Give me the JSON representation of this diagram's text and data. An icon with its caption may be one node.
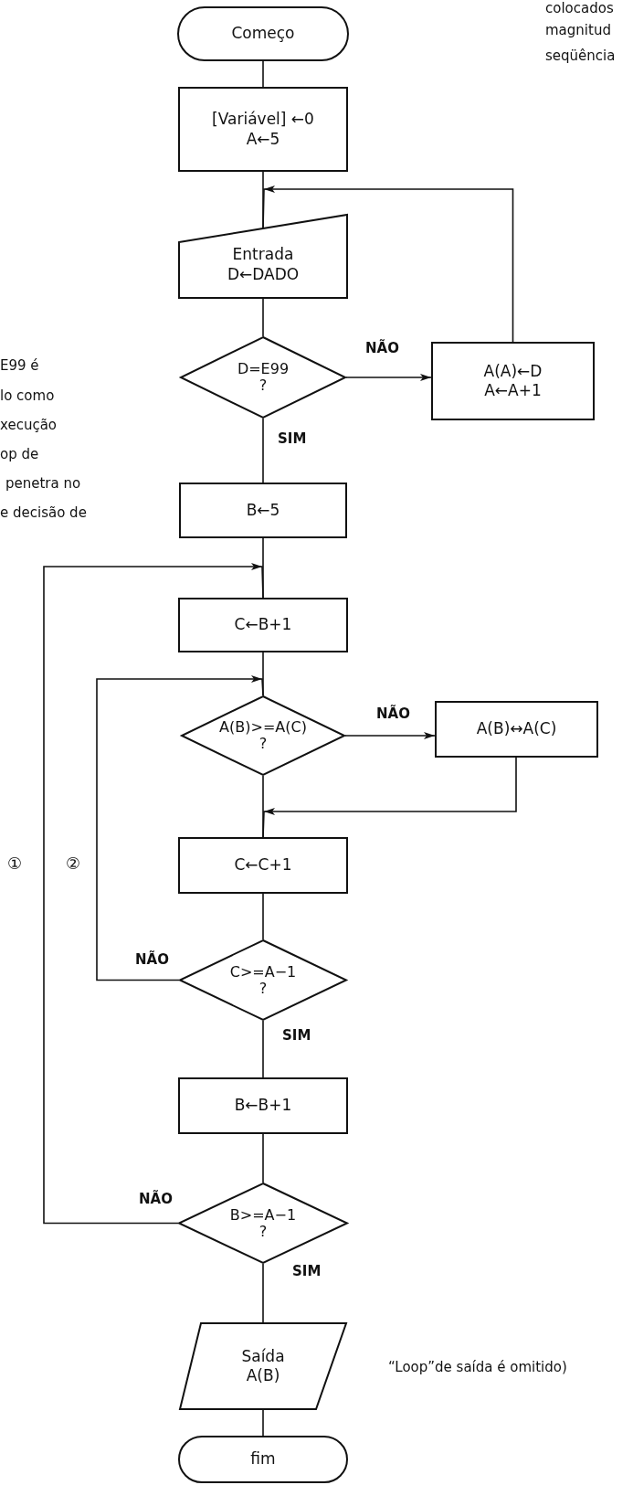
{
  "diagram": {
    "nodes": [
      {
        "text": [
          "Começo"
        ]
      },
      {
        "text": [
          "[Variável] ←0",
          "A←5"
        ]
      },
      {
        "text": [
          "Entrada",
          "D←DADO"
        ]
      },
      {
        "text": [
          "D=E99",
          "?"
        ]
      },
      {
        "text": [
          "A(A)←D",
          "A←A+1"
        ]
      },
      {
        "text": [
          "B←5"
        ]
      },
      {
        "text": [
          "C←B+1"
        ]
      },
      {
        "text": [
          "A(B)>=A(C)",
          "?"
        ]
      },
      {
        "text": [
          "A(B)↔A(C)"
        ]
      },
      {
        "text": [
          "C←C+1"
        ]
      },
      {
        "text": [
          "C>=A−1",
          "?"
        ]
      },
      {
        "text": [
          "B←B+1"
        ]
      },
      {
        "text": [
          "B>=A−1",
          "?"
        ]
      },
      {
        "text": [
          "Saída",
          "A(B)"
        ]
      },
      {
        "text": [
          "fim"
        ]
      }
    ],
    "edges": [
      {
        "from": 0,
        "to": 1,
        "arrow": "none"
      },
      {
        "from": 1,
        "to": 2,
        "arrow": "none"
      },
      {
        "from": 2,
        "to": 3,
        "arrow": "none"
      },
      {
        "from": 3,
        "to": 4,
        "arrow": "to",
        "label": "NÃO"
      },
      {
        "from": 4,
        "to": 2,
        "arrow": "to"
      },
      {
        "from": 3,
        "to": 5,
        "arrow": "none",
        "label": "SIM"
      },
      {
        "from": 5,
        "to": 6,
        "arrow": "none"
      },
      {
        "from": 6,
        "to": 7,
        "arrow": "none"
      },
      {
        "from": 7,
        "to": 8,
        "arrow": "to",
        "label": "NÃO"
      },
      {
        "from": 8,
        "to": 9,
        "arrow": "to"
      },
      {
        "from": 7,
        "to": 9,
        "arrow": "none"
      },
      {
        "from": 9,
        "to": 10,
        "arrow": "none"
      },
      {
        "from": 10,
        "to": 7,
        "arrow": "to",
        "label": "NÃO"
      },
      {
        "from": 10,
        "to": 11,
        "arrow": "none",
        "label": "SIM"
      },
      {
        "from": 11,
        "to": 12,
        "arrow": "none"
      },
      {
        "from": 12,
        "to": 6,
        "arrow": "to",
        "label": "NÃO"
      },
      {
        "from": 12,
        "to": 13,
        "arrow": "none",
        "label": "SIM"
      },
      {
        "from": 13,
        "to": 14,
        "arrow": "none"
      }
    ],
    "labels": [
      "colocados",
      "magnitud",
      "seqüência",
      "E99 é",
      "lo como",
      "xecução",
      "op de",
      "penetra no",
      "e decisão de",
      "①",
      "②",
      "“Loop”de saída é omitido)"
    ]
  }
}
